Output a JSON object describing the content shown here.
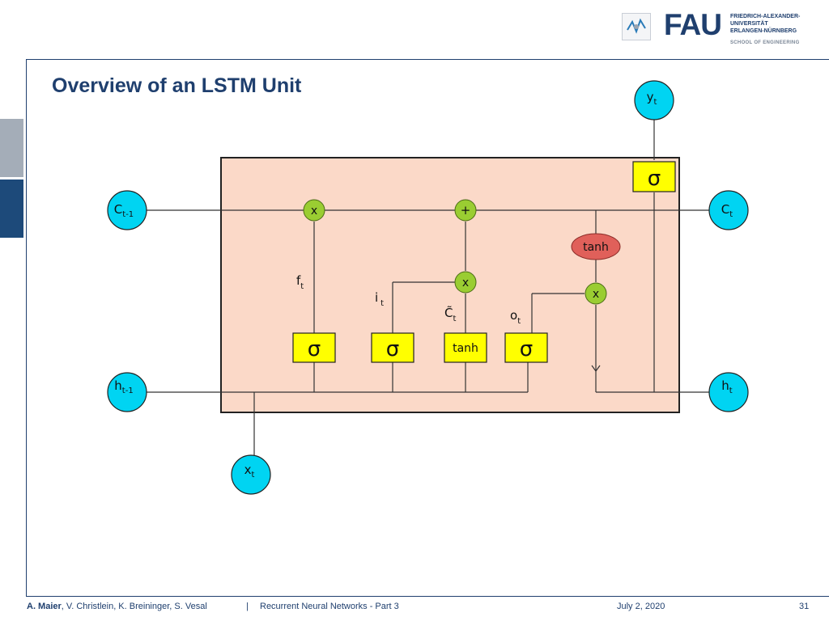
{
  "slide": {
    "title": "Overview of an LSTM Unit",
    "page_number": "31"
  },
  "logo": {
    "wordmark": "FAU",
    "university_lines": [
      "FRIEDRICH-ALEXANDER-",
      "UNIVERSITÄT",
      "ERLANGEN-NÜRNBERG"
    ],
    "school": "SCHOOL OF ENGINEERING"
  },
  "footer": {
    "lead_author": "A. Maier",
    "coauthors": ", V. Christlein, K. Breininger, S. Vesal",
    "separator": "|",
    "course": "Recurrent Neural Networks - Part 3",
    "date": "July 2, 2020"
  },
  "diagram": {
    "colors": {
      "cell_background": "#fbd9c8",
      "node_cyan": "#00d4f2",
      "gate_yellow": "#ffff00",
      "op_green": "#9acd32",
      "tanh_red": "#e0605a",
      "line": "#333333"
    },
    "io_nodes": {
      "c_prev": {
        "main": "C",
        "sub": "t-1"
      },
      "c_next": {
        "main": "C",
        "sub": "t"
      },
      "h_prev": {
        "main": "h",
        "sub": "t-1"
      },
      "h_next": {
        "main": "h",
        "sub": "t"
      },
      "x_in": {
        "main": "x",
        "sub": "t"
      },
      "y_out": {
        "main": "y",
        "sub": "t"
      }
    },
    "ops": {
      "forget_multiply": "x",
      "cell_add": "+",
      "input_multiply": "x",
      "output_multiply": "x"
    },
    "gates": {
      "forget": "σ",
      "input": "σ",
      "candidate": "tanh",
      "output": "σ",
      "y_output": "σ"
    },
    "cell_tanh": "tanh",
    "labels": {
      "f": {
        "main": "f",
        "sub": "t"
      },
      "i": {
        "main": "i",
        "sub": "t"
      },
      "c_tilde": {
        "main": "C̃",
        "sub": "t"
      },
      "o": {
        "main": "o",
        "sub": "t"
      }
    }
  }
}
